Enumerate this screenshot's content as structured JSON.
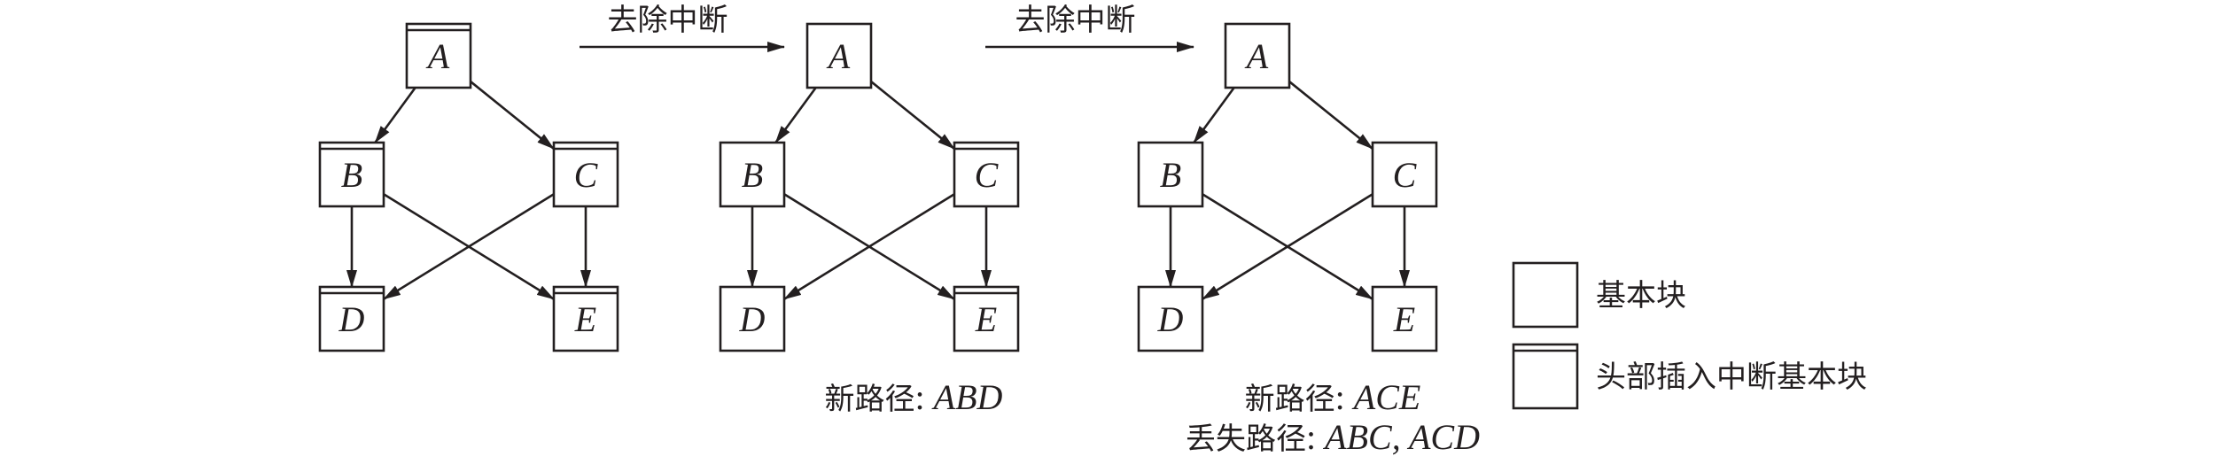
{
  "transition_label": "去除中断",
  "panels": [
    {
      "nodes": [
        {
          "id": "A",
          "label": "A",
          "interrupt": true
        },
        {
          "id": "B",
          "label": "B",
          "interrupt": true
        },
        {
          "id": "C",
          "label": "C",
          "interrupt": true
        },
        {
          "id": "D",
          "label": "D",
          "interrupt": true
        },
        {
          "id": "E",
          "label": "E",
          "interrupt": true
        }
      ],
      "edges": [
        [
          "A",
          "B"
        ],
        [
          "A",
          "C"
        ],
        [
          "B",
          "D"
        ],
        [
          "B",
          "E"
        ],
        [
          "C",
          "D"
        ],
        [
          "C",
          "E"
        ]
      ],
      "caption": []
    },
    {
      "nodes": [
        {
          "id": "A",
          "label": "A",
          "interrupt": false
        },
        {
          "id": "B",
          "label": "B",
          "interrupt": false
        },
        {
          "id": "C",
          "label": "C",
          "interrupt": true
        },
        {
          "id": "D",
          "label": "D",
          "interrupt": false
        },
        {
          "id": "E",
          "label": "E",
          "interrupt": true
        }
      ],
      "edges": [
        [
          "A",
          "B"
        ],
        [
          "A",
          "C"
        ],
        [
          "B",
          "D"
        ],
        [
          "B",
          "E"
        ],
        [
          "C",
          "D"
        ],
        [
          "C",
          "E"
        ]
      ],
      "caption": [
        {
          "prefix": "新路径",
          "sep": ": ",
          "value": "ABD"
        }
      ]
    },
    {
      "nodes": [
        {
          "id": "A",
          "label": "A",
          "interrupt": false
        },
        {
          "id": "B",
          "label": "B",
          "interrupt": false
        },
        {
          "id": "C",
          "label": "C",
          "interrupt": false
        },
        {
          "id": "D",
          "label": "D",
          "interrupt": false
        },
        {
          "id": "E",
          "label": "E",
          "interrupt": false
        }
      ],
      "edges": [
        [
          "A",
          "B"
        ],
        [
          "A",
          "C"
        ],
        [
          "B",
          "D"
        ],
        [
          "B",
          "E"
        ],
        [
          "C",
          "D"
        ],
        [
          "C",
          "E"
        ]
      ],
      "caption": [
        {
          "prefix": "新路径",
          "sep": ": ",
          "value": "ACE"
        },
        {
          "prefix": "丢失路径",
          "sep": ": ",
          "value": "ABC, ACD"
        }
      ]
    }
  ],
  "legend": [
    {
      "label": "基本块",
      "interrupt": false
    },
    {
      "label": "头部插入中断基本块",
      "interrupt": true
    }
  ]
}
